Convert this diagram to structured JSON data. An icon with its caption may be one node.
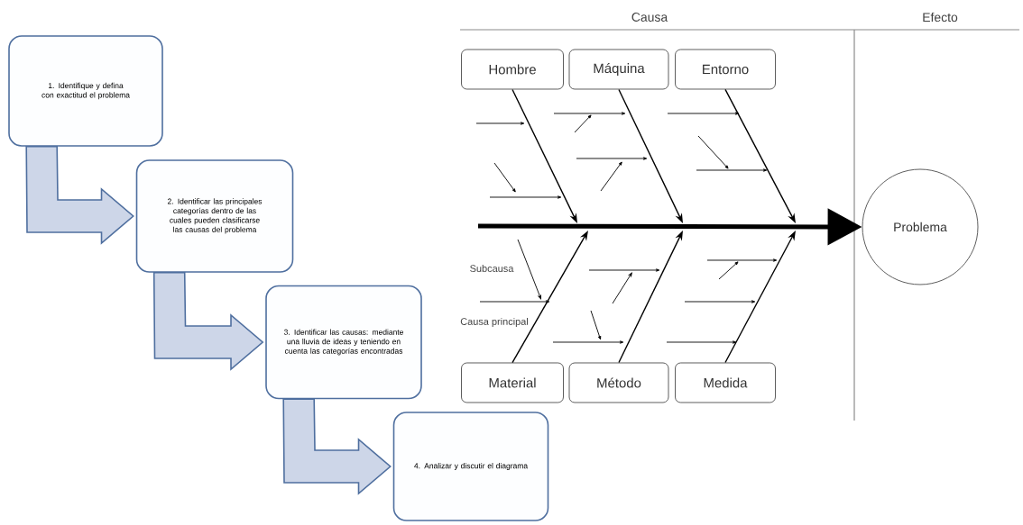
{
  "diagram": {
    "nodes": [
      {
        "text": [
          "1. Identifique y defina con exactitud el problema"
        ]
      },
      {
        "text": [
          "2. Identificar las principales categorías dentro de las cuales pueden clasificarse las causas del problema"
        ]
      },
      {
        "text": [
          "3. Identificar las causas: mediante una lluvia de ideas y teniendo en cuenta las categorías encontradas"
        ]
      },
      {
        "text": [
          "4. Analizar y discutir el diagrama"
        ]
      },
      {
        "text": [
          "Hombre"
        ]
      },
      {
        "text": [
          "Máquina"
        ]
      },
      {
        "text": [
          "Entorno"
        ]
      },
      {
        "text": [
          "Material"
        ]
      },
      {
        "text": [
          "Método"
        ]
      },
      {
        "text": [
          "Medida"
        ]
      },
      {
        "text": [
          "Problema"
        ]
      }
    ],
    "edges": [
      {
        "from": 0,
        "to": 1,
        "arrow": "to"
      },
      {
        "from": 1,
        "to": 2,
        "arrow": "to"
      },
      {
        "from": 2,
        "to": 3,
        "arrow": "to"
      },
      {
        "from": 4,
        "to": null,
        "arrow": "to"
      },
      {
        "from": 5,
        "to": null,
        "arrow": "to"
      },
      {
        "from": 6,
        "to": null,
        "arrow": "to"
      },
      {
        "from": 7,
        "to": null,
        "arrow": "to"
      },
      {
        "from": 8,
        "to": null,
        "arrow": "to"
      },
      {
        "from": 9,
        "to": null,
        "arrow": "to"
      },
      {
        "from": null,
        "to": 10,
        "arrow": "to",
        "style": "thick"
      }
    ],
    "labels": [
      "Causa",
      "Efecto",
      "Subcausa",
      "Causa principal"
    ]
  }
}
